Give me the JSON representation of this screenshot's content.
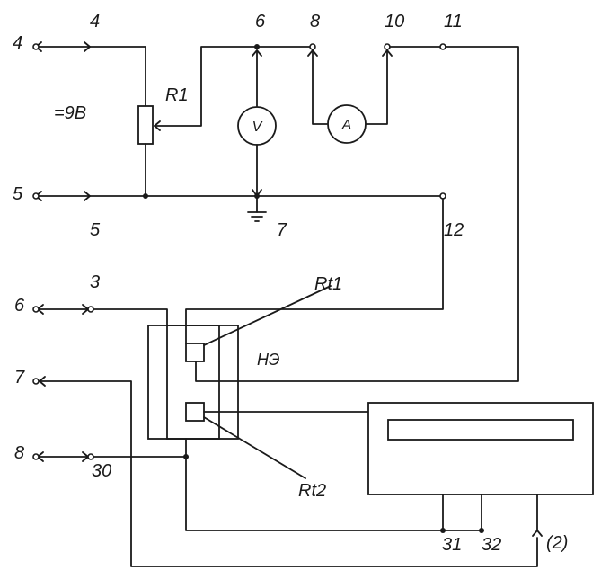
{
  "terminals": {
    "t4": "4",
    "t5": "5",
    "t6": "6",
    "t7": "7",
    "t8": "8"
  },
  "nodes": {
    "n4": "4",
    "n5": "5",
    "n6": "6",
    "n7": "7",
    "n8": "8",
    "n10": "10",
    "n11": "11",
    "n12": "12",
    "n3": "3",
    "n30": "30",
    "n31": "31",
    "n32": "32",
    "n2": "(2)"
  },
  "components": {
    "supply": "=9B",
    "r1": "R1",
    "voltmeter": "V",
    "ammeter": "A",
    "rt1": "Rt1",
    "rt2": "Rt2",
    "heater": "HЭ"
  }
}
